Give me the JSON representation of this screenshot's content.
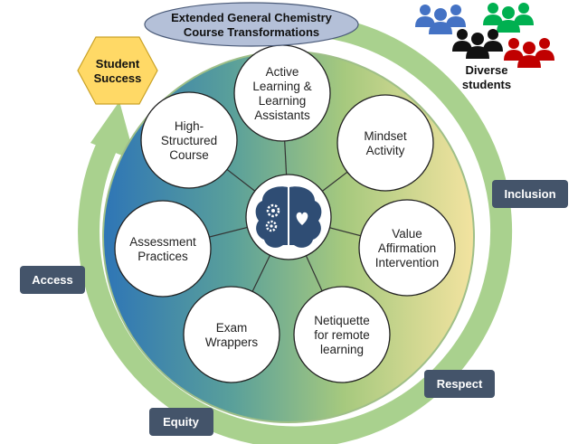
{
  "title": {
    "lines": [
      "Extended General Chemistry",
      "Course Transformations"
    ]
  },
  "student_success": {
    "lines": [
      "Student",
      "Success"
    ]
  },
  "diverse_students": {
    "lines": [
      "Diverse",
      "students"
    ]
  },
  "center": {
    "icon": "brain-gears-heart-icon"
  },
  "nodes": [
    {
      "id": "active-learning",
      "lines": [
        "Active",
        "Learning &",
        "Learning",
        "Assistants"
      ]
    },
    {
      "id": "mindset-activity",
      "lines": [
        "Mindset",
        "Activity"
      ]
    },
    {
      "id": "value-affirmation",
      "lines": [
        "Value",
        "Affirmation",
        "Intervention"
      ]
    },
    {
      "id": "netiquette",
      "lines": [
        "Netiquette",
        "for remote",
        "learning"
      ]
    },
    {
      "id": "exam-wrappers",
      "lines": [
        "Exam",
        "Wrappers"
      ]
    },
    {
      "id": "assessment-practices",
      "lines": [
        "Assessment",
        "Practices"
      ]
    },
    {
      "id": "high-structured-course",
      "lines": [
        "High-",
        "Structured",
        "Course"
      ]
    }
  ],
  "badges": {
    "inclusion": "Inclusion",
    "access": "Access",
    "respect": "Respect",
    "equity": "Equity"
  },
  "colors": {
    "ring_green": "#a9d18e",
    "gradient_blue": "#2e75b6",
    "gradient_teal": "#5aa09a",
    "gradient_green": "#a6c97e",
    "gradient_yellow": "#f3e3a0",
    "badge": "#44546a",
    "hexagon": "#ffd966",
    "title_fill": "#b4c0d8",
    "brain": "#2f4d74",
    "people_blue": "#4472c4",
    "people_green": "#00b050",
    "people_black": "#111111",
    "people_red": "#c00000"
  }
}
